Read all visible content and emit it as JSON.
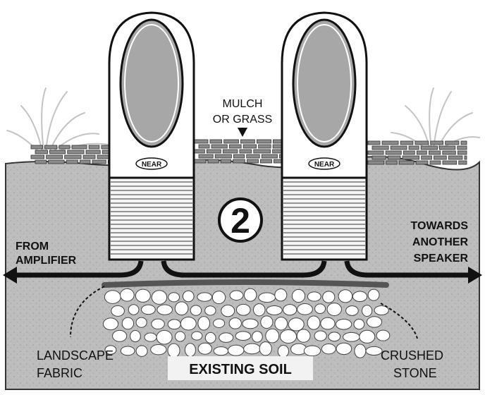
{
  "step_number": "2",
  "labels": {
    "mulch_line1": "MULCH",
    "mulch_line2": "OR GRASS",
    "from_line1": "FROM",
    "from_line2": "AMPLIFIER",
    "towards_line1": "TOWARDS",
    "towards_line2": "ANOTHER",
    "towards_line3": "SPEAKER",
    "fabric_line1": "LANDSCAPE",
    "fabric_line2": "FABRIC",
    "stone_line1": "CRUSHED",
    "stone_line2": "STONE",
    "soil": "EXISTING SOIL"
  },
  "speakers": [
    {
      "brand": "NEAR"
    },
    {
      "brand": "NEAR"
    }
  ],
  "colors": {
    "ground": "#b9b9b9",
    "soil_box": "#f2f2f2",
    "speaker_grille": "#a7a7a7",
    "cable": "#111111",
    "fabric": "#555555"
  }
}
